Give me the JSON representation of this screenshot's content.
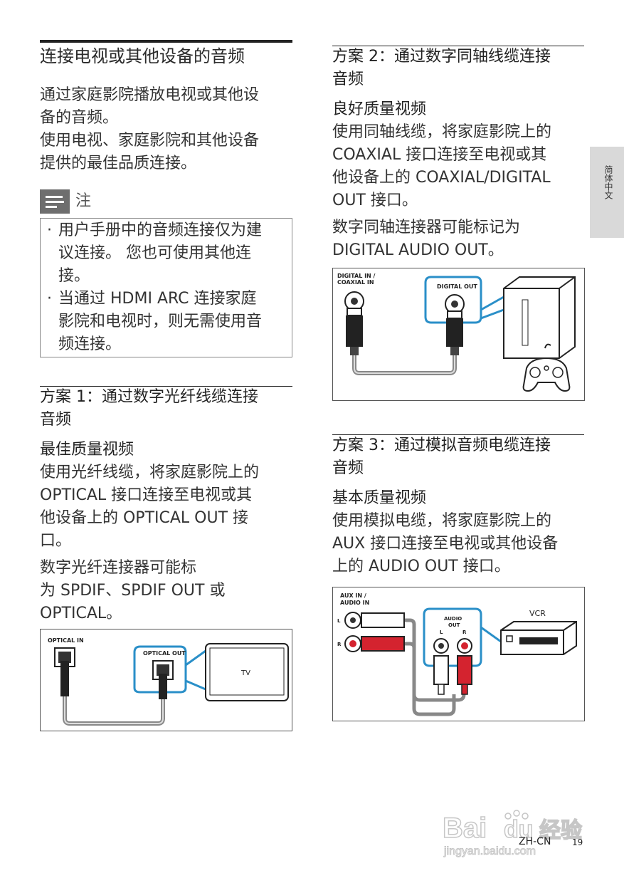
{
  "page": {
    "heading": "连接电视或其他设备的音频",
    "intro_lines": [
      "通过家庭影院播放电视或其他设",
      "备的音频。",
      "使用电视、家庭影院和其他设备",
      "提供的最佳品质连接。"
    ],
    "note_label": "注",
    "note_items": [
      {
        "lines": [
          "用户手册中的音频连接仅为建",
          "议连接。 您也可使用其他连",
          "接。"
        ]
      },
      {
        "lines": [
          "当通过 HDMI ARC 连接家庭",
          "影院和电视时，则无需使用音",
          "频连接。"
        ]
      }
    ],
    "option1": {
      "title_lines": [
        "方案 1：通过数字光纤线缆连接",
        "音频"
      ],
      "quality": "最佳质量视频",
      "body_lines": [
        "使用光纤线缆，将家庭影院上的",
        "OPTICAL 接口连接至电视或其",
        "他设备上的 OPTICAL OUT 接",
        "口。",
        "数字光纤连接器可能标",
        "为 SPDIF、SPDIF OUT 或",
        "OPTICAL。"
      ],
      "figure": {
        "in_label": "OPTICAL IN",
        "out_label": "OPTICAL OUT",
        "tv_label": "TV"
      }
    },
    "option2": {
      "title_lines": [
        "方案 2：通过数字同轴线缆连接",
        "音频"
      ],
      "quality": "良好质量视频",
      "body_lines": [
        "使用同轴线缆，将家庭影院上的",
        "COAXIAL 接口连接至电视或其",
        "他设备上的 COAXIAL/DIGITAL",
        "OUT 接口。",
        "数字同轴连接器可能标记为",
        "DIGITAL AUDIO OUT。"
      ],
      "figure": {
        "in_label_1": "DIGITAL IN /",
        "in_label_2": "COAXIAL IN",
        "out_label": "DIGITAL OUT"
      }
    },
    "option3": {
      "title_lines": [
        "方案 3：通过模拟音频电缆连接",
        "音频"
      ],
      "quality": "基本质量视频",
      "body_lines": [
        "使用模拟电缆，将家庭影院上的",
        "AUX 接口连接至电视或其他设备",
        "上的 AUDIO OUT 接口。"
      ],
      "figure": {
        "in_label_1": "AUX IN /",
        "in_label_2": "AUDIO IN",
        "left": "L",
        "right": "R",
        "out_label_1": "AUDIO",
        "out_label_2": "OUT",
        "vcr_label": "VCR"
      }
    },
    "side_tab": "简体中文",
    "footer": {
      "code": "ZH-CN",
      "page_number": "19"
    },
    "watermark": {
      "brand": "Bai",
      "brand2": "du",
      "product": "经验",
      "url": "jingyan.baidu.com"
    }
  }
}
